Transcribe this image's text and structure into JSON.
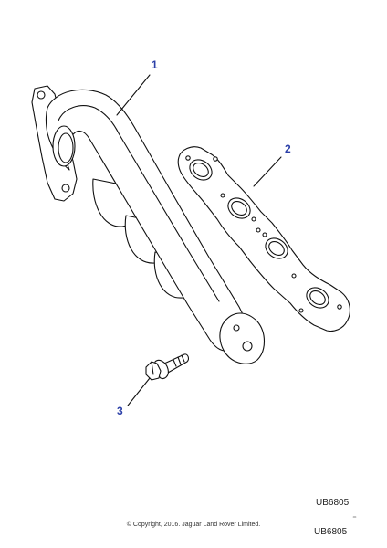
{
  "callouts": [
    {
      "label": "1",
      "part": "exhaust-manifold"
    },
    {
      "label": "2",
      "part": "manifold-gasket"
    },
    {
      "label": "3",
      "part": "flange-bolt"
    }
  ],
  "diagram_ref_upper": "UB6805",
  "diagram_ref_lower": "UB6805",
  "copyright": "© Copyright, 2016. Jaguar Land Rover Limited.",
  "colors": {
    "callout": "#2b3fa8",
    "line": "#111111",
    "fill": "#ffffff"
  }
}
